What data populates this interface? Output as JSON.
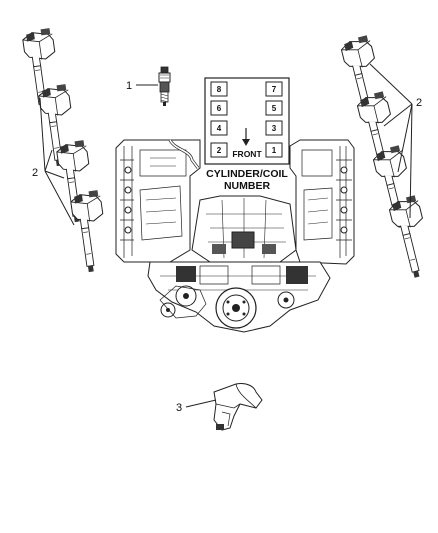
{
  "callouts": {
    "spark_plug": "1",
    "coils_left": "2",
    "coils_right": "2",
    "bracket": "3"
  },
  "cylinder_chart": {
    "left_column": [
      "8",
      "6",
      "4",
      "2"
    ],
    "right_column": [
      "7",
      "5",
      "3",
      "1"
    ],
    "front_label": "FRONT",
    "caption_line1": "CYLINDER/COIL",
    "caption_line2": "NUMBER"
  }
}
